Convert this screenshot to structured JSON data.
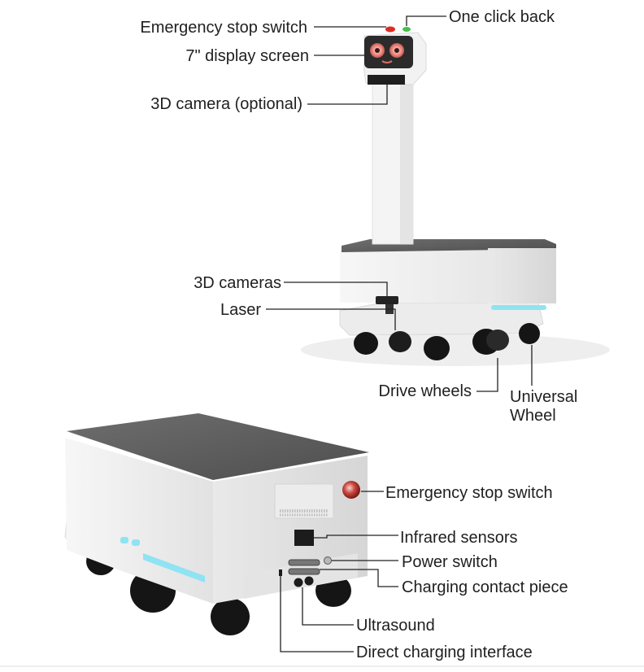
{
  "top_robot": {
    "labels": {
      "emergency_stop": "Emergency stop switch",
      "one_click_back": "One click back",
      "display_screen": "7\" display screen",
      "camera_optional": "3D camera (optional)",
      "cameras_3d": "3D cameras",
      "laser": "Laser",
      "drive_wheels": "Drive wheels",
      "universal_wheel_line1": "Universal",
      "universal_wheel_line2": "Wheel"
    }
  },
  "bottom_robot": {
    "labels": {
      "emergency_stop": "Emergency stop switch",
      "infrared_sensors": "Infrared sensors",
      "power_switch": "Power switch",
      "charging_contact": "Charging contact piece",
      "ultrasound": "Ultrasound",
      "direct_charging": "Direct charging interface"
    }
  },
  "colors": {
    "body": "#f3f3f3",
    "top_plate": "#5f5f5f",
    "wheel": "#151515",
    "led_glow": "#8fe3f2",
    "emergency_red": "#e02b20",
    "back_green": "#45c04a"
  }
}
